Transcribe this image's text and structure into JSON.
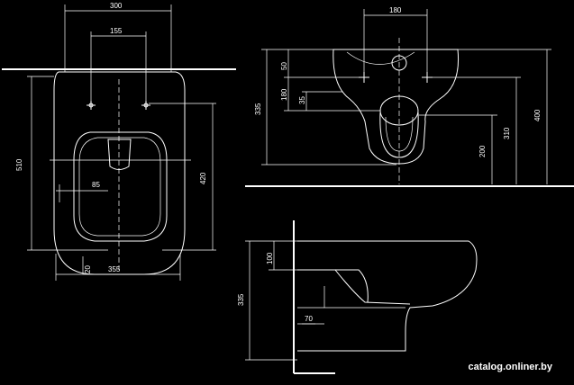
{
  "top_view": {
    "dims": [
      "300",
      "155",
      "510",
      "420",
      "85",
      "355",
      "20"
    ]
  },
  "front_view": {
    "dims": [
      "180",
      "50",
      "180",
      "35",
      "335",
      "310",
      "200",
      "400"
    ]
  },
  "side_view": {
    "dims": [
      "100",
      "335",
      "70"
    ]
  },
  "watermark": "catalog.onliner.by"
}
